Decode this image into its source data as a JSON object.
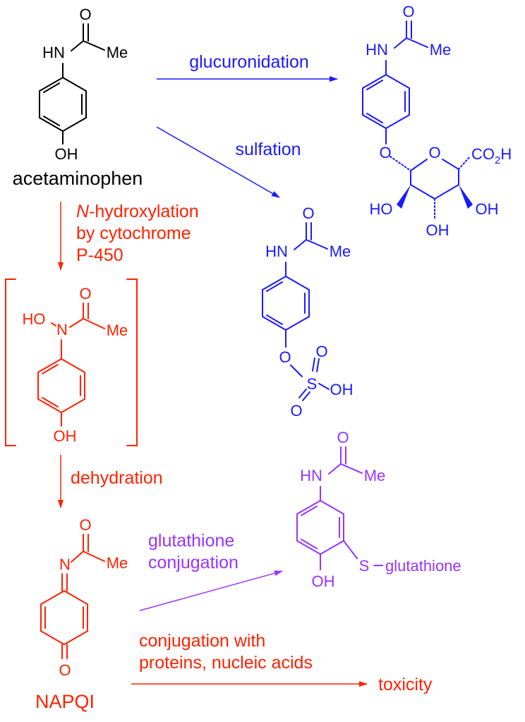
{
  "colors": {
    "black": "#000000",
    "blue": "#1a1aff",
    "red": "#ff2200",
    "purple": "#9933ff"
  },
  "acetaminophen": {
    "name": "acetaminophen",
    "atom_o": "O",
    "atom_hn": "HN",
    "atom_me": "Me",
    "atom_oh": "OH"
  },
  "glucuronide": {
    "atom_o": "O",
    "atom_hn": "HN",
    "atom_me": "Me",
    "atom_o_link": "O",
    "atom_o_ring": "O",
    "atom_co2h": "CO",
    "atom_co2h_sub": "2",
    "atom_co2h_h": "H",
    "atom_ho": "HO",
    "atom_oh_right": "OH",
    "atom_oh_bottom": "OH"
  },
  "sulfate": {
    "atom_o": "O",
    "atom_hn": "HN",
    "atom_me": "Me",
    "atom_o_link": "O",
    "atom_s": "S",
    "atom_o_top": "O",
    "atom_o_bottom": "O",
    "atom_oh": "OH"
  },
  "hydroxylamine": {
    "atom_o": "O",
    "atom_ho": "HO",
    "atom_n": "N",
    "atom_me": "Me",
    "atom_oh": "OH"
  },
  "napqi": {
    "name": "NAPQI",
    "atom_o": "O",
    "atom_n": "N",
    "atom_me": "Me",
    "atom_o_bottom": "O"
  },
  "glutathione_adduct": {
    "atom_o": "O",
    "atom_hn": "HN",
    "atom_me": "Me",
    "atom_s": "S",
    "atom_glutathione": "glutathione",
    "atom_oh": "OH"
  },
  "arrows": {
    "glucuronidation": "glucuronidation",
    "sulfation": "sulfation",
    "n_hydroxylation_n": "N",
    "n_hydroxylation_rest": "-hydroxylation",
    "by_cytochrome": "by cytochrome",
    "p450": "P-450",
    "dehydration": "dehydration",
    "glutathione_line1": "glutathione",
    "glutathione_line2": "conjugation",
    "proteins_line1": "conjugation with",
    "proteins_line2": "proteins, nucleic acids",
    "toxicity": "toxicity"
  }
}
